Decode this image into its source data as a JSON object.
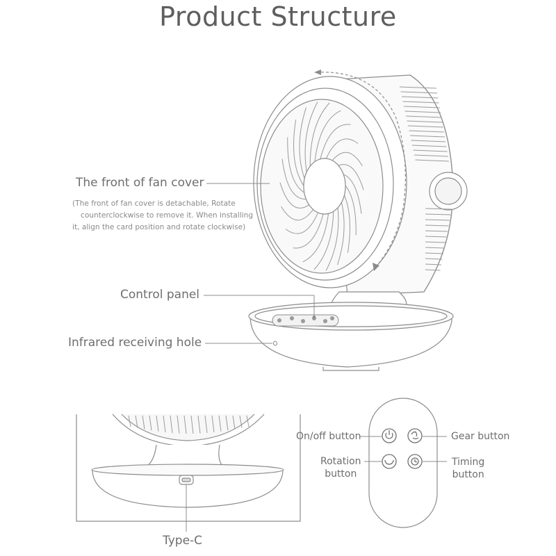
{
  "title": "Product Structure",
  "labels": {
    "front_cover": "The front of fan cover",
    "front_cover_note_1": "(The front of fan cover is detachable, Rotate",
    "front_cover_note_2": "counterclockwise to remove it. When installing",
    "front_cover_note_3": "it, align the card position and rotate clockwise)",
    "control_panel": "Control panel",
    "infrared": "Infrared receiving hole",
    "type_c": "Type-C"
  },
  "remote": {
    "onoff": "On/off button",
    "gear": "Gear button",
    "rotation_1": "Rotation",
    "rotation_2": "button",
    "timing_1": "Timing",
    "timing_2": "button"
  }
}
